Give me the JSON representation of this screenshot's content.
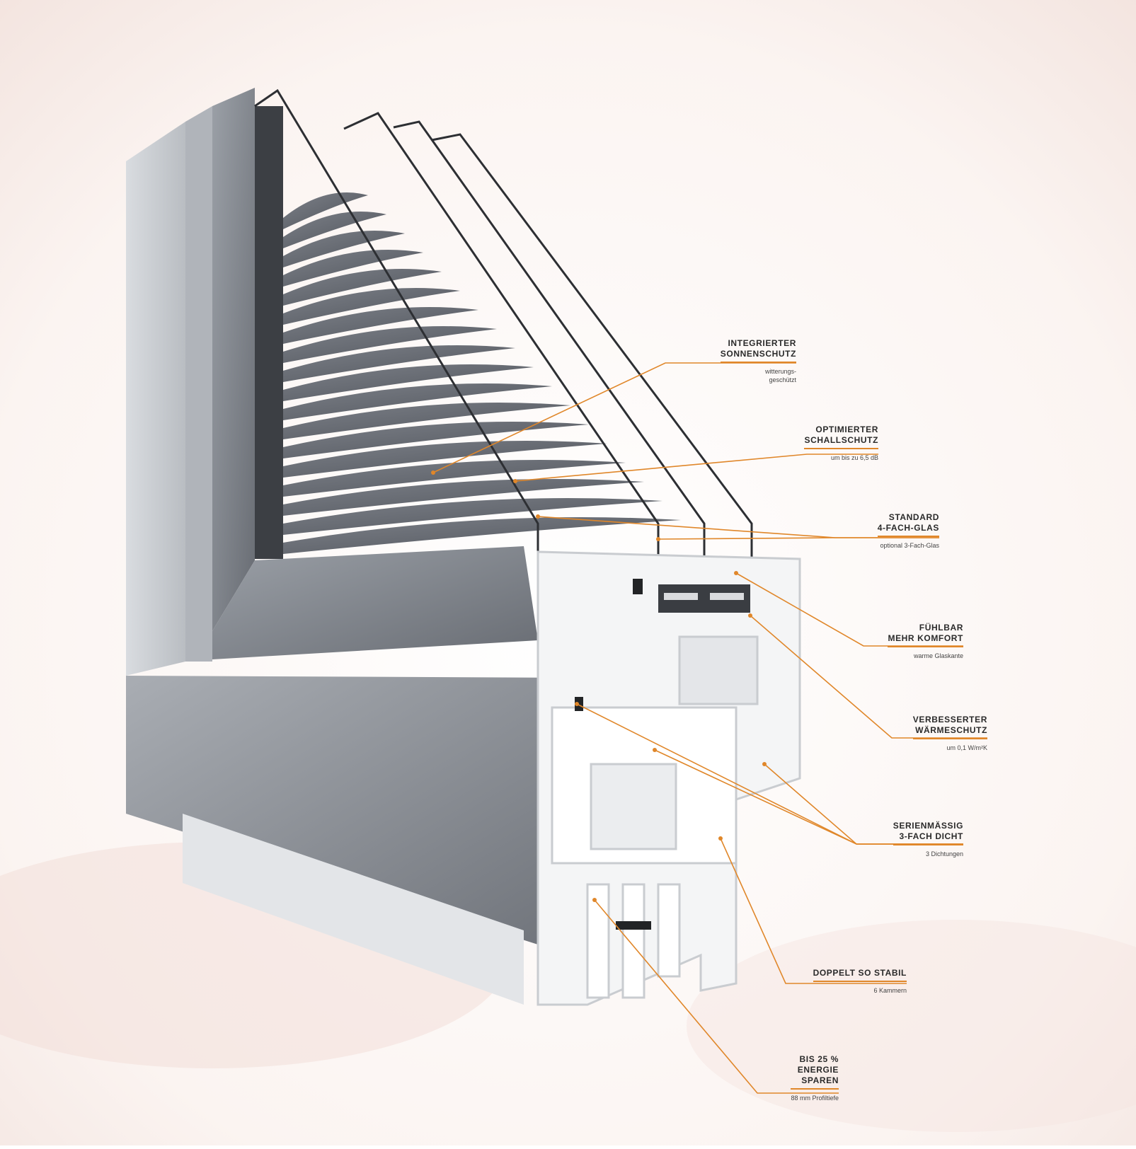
{
  "colors": {
    "accent": "#e0872a",
    "frame_dark": "#7c8087",
    "frame_light": "#c5c9ce",
    "pvc": "#f4f5f6",
    "slat": "#5b5f66",
    "text": "#2a2a2a"
  },
  "callouts": [
    {
      "id": "sonnenschutz",
      "line1": "INTEGRIERTER",
      "line2": "SONNENSCHUTZ",
      "sub": "witterungs-\ngeschützt"
    },
    {
      "id": "schallschutz",
      "line1": "OPTIMIERTER",
      "line2": "SCHALLSCHUTZ",
      "sub": "um bis zu 6,5 dB"
    },
    {
      "id": "glas",
      "line1": "STANDARD",
      "line2": "4-FACH-GLAS",
      "sub": "optional 3-Fach-Glas"
    },
    {
      "id": "komfort",
      "line1": "FÜHLBAR",
      "line2": "MEHR KOMFORT",
      "sub": "warme Glaskante"
    },
    {
      "id": "waermeschutz",
      "line1": "VERBESSERTER",
      "line2": "WÄRMESCHUTZ",
      "sub": "um 0,1 W/m²K"
    },
    {
      "id": "dicht",
      "line1": "SERIENMÄSSIG",
      "line2": "3-FACH DICHT",
      "sub": "3 Dichtungen"
    },
    {
      "id": "stabil",
      "line1": "DOPPELT SO STABIL",
      "sub": "6 Kammern"
    },
    {
      "id": "energie",
      "line1": "BIS 25 %",
      "line2": "ENERGIE",
      "line3": "SPAREN",
      "sub": "88 mm Profiltiefe"
    }
  ]
}
